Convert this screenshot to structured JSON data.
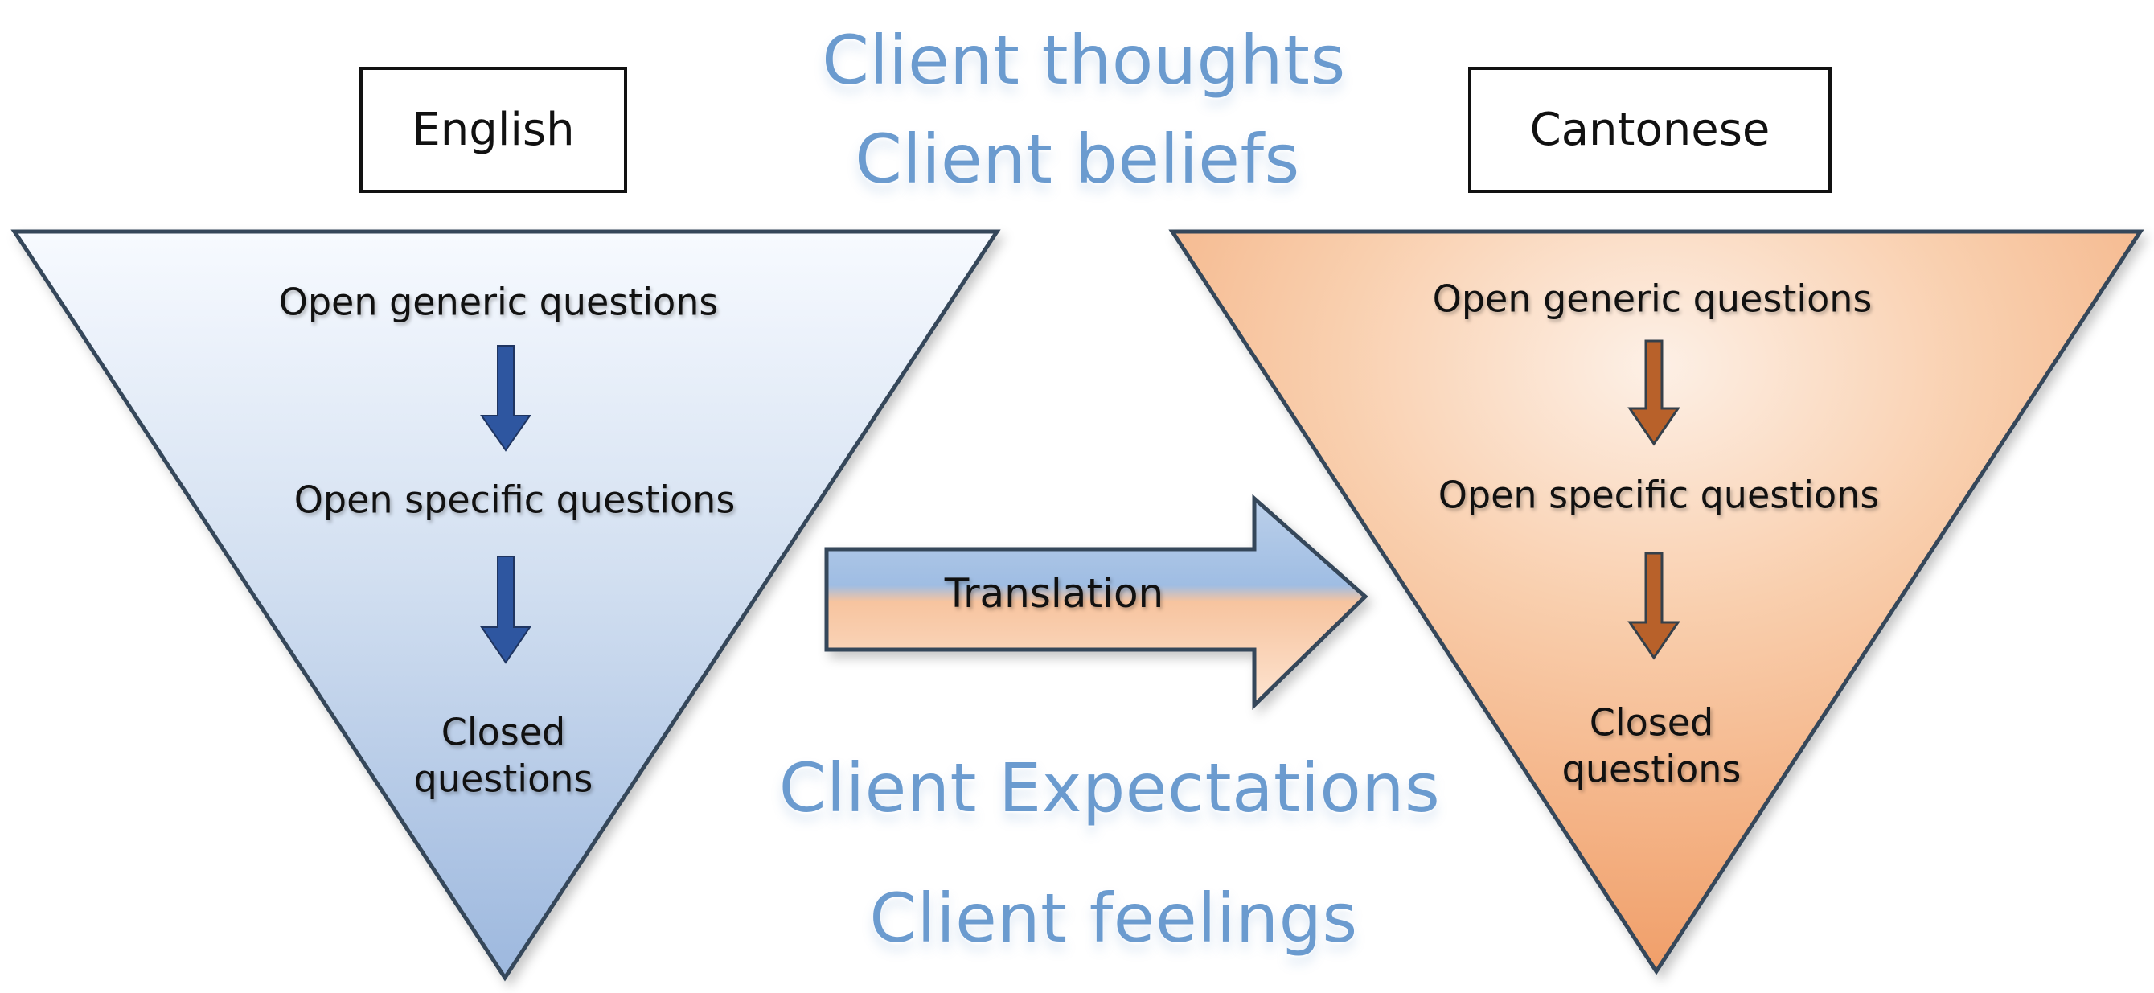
{
  "left_language": "English",
  "right_language": "Cantonese",
  "translation_label": "Translation",
  "context_terms": {
    "thoughts": "Client thoughts",
    "beliefs": "Client beliefs",
    "expectations": "Client Expectations",
    "feelings": "Client feelings"
  },
  "left_funnel": {
    "open_generic": "Open generic questions",
    "open_specific": "Open specific questions",
    "closed": "Closed questions"
  },
  "right_funnel": {
    "open_generic": "Open generic questions",
    "open_specific": "Open specific questions",
    "closed": "Closed questions"
  },
  "colors": {
    "left_funnel_top": "#f6f9fd",
    "left_funnel_bottom": "#9fb9df",
    "right_funnel_light": "#fde6d4",
    "right_funnel_dark": "#ee935a",
    "left_arrow": "#2e56a0",
    "right_arrow": "#b8612a",
    "context_text": "#6b9bcf",
    "outline": "#36475a"
  }
}
